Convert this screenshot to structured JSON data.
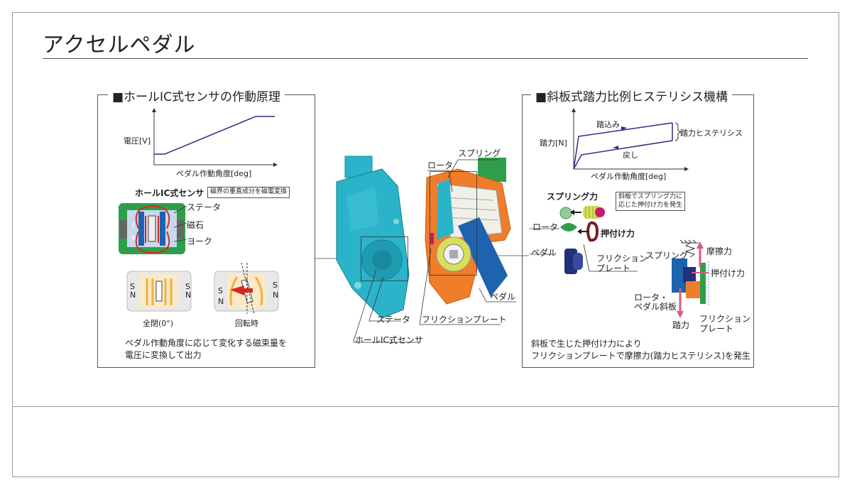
{
  "page": {
    "title": "アクセルペダル"
  },
  "left_panel": {
    "title": "■ホールIC式センサの作動原理",
    "graph": {
      "ylabel": "電圧[V]",
      "xlabel": "ペダル作動角度[deg]"
    },
    "sensor_label": "ホールIC式センサ",
    "note": "磁界の垂直成分を磁電変換",
    "stator": "ステータ",
    "magnet": "磁石",
    "yoke": "ヨーク",
    "pole_s": "S",
    "pole_n": "N",
    "closed": "全閉(0°)",
    "rotating": "回転時",
    "description_1": "ペダル作動角度に応じて変化する磁束量を",
    "description_2": "電圧に変換して出力"
  },
  "center": {
    "spring": "スプリング",
    "rotor": "ロータ",
    "pedal": "ペダル",
    "friction_plate": "フリクションプレート",
    "stator": "ステータ",
    "hall_sensor": "ホールIC式センサ"
  },
  "right_panel": {
    "title": "■斜板式踏力比例ヒステリシス機構",
    "graph": {
      "ylabel": "踏力[N]",
      "xlabel": "ペダル作動角度[deg]",
      "press": "踏込み",
      "release": "戻し",
      "hysteresis": "踏力ヒステリシス"
    },
    "spring_force": "スプリング力",
    "note_1": "斜板でスプリング力に",
    "note_2": "応じた押付け力を発生",
    "rotor": "ロータ",
    "pressing_force": "押付け力",
    "pedal": "ペダル",
    "friction_plate_1": "フリクション",
    "friction_plate_2": "プレート",
    "spring": "スプリング",
    "friction_force": "摩擦力",
    "pressing_force_2": "押付け力",
    "rotor_swash_1": "ロータ・",
    "rotor_swash_2": "ペダル斜板",
    "pedal_force": "踏力",
    "friction_plate_3": "フリクション",
    "friction_plate_4": "プレート",
    "description_1": "斜板で生じた押付け力により",
    "description_2": "フリクションプレートで摩擦力(踏力ヒステリシス)を発生"
  },
  "colors": {
    "sensor_body": "#2ab3c9",
    "housing": "#ef7d2a",
    "rotor_blue": "#1d63b0",
    "line_blue": "#2a2f86",
    "friction_green": "#2f9e4a",
    "force_pink": "#d45a8a",
    "arrow_red": "#d8281e"
  }
}
